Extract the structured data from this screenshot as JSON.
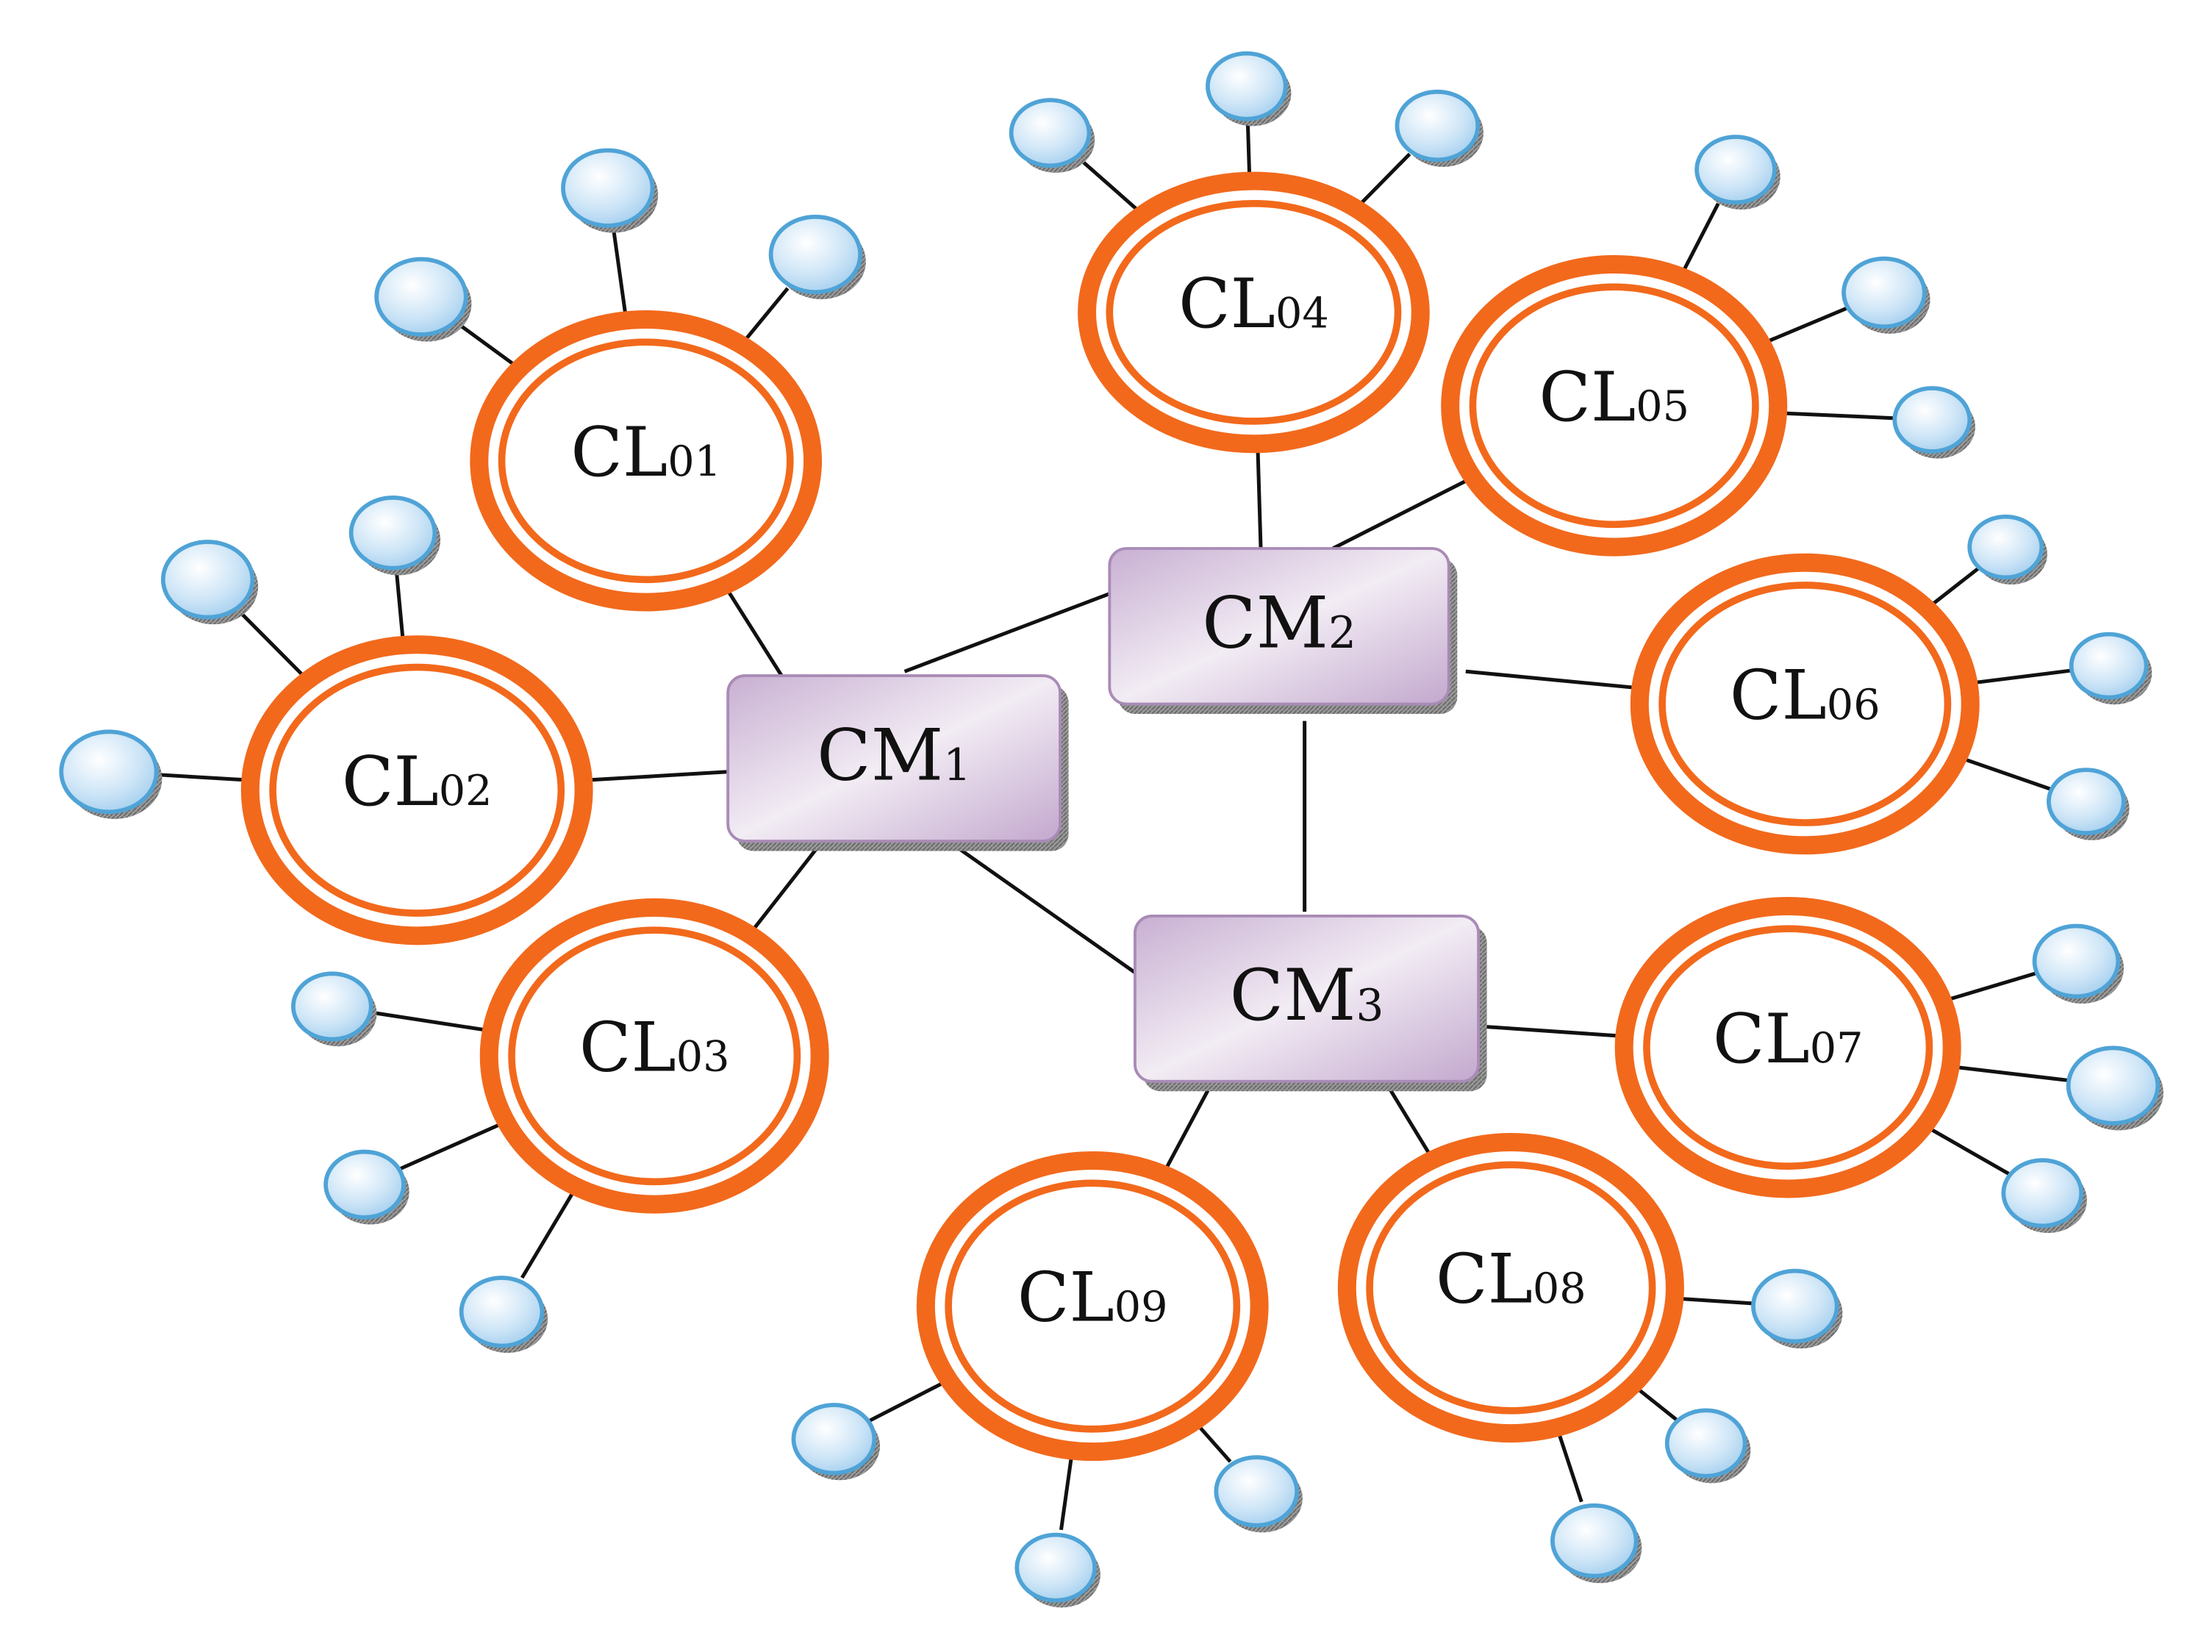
{
  "colors": {
    "cluster_ring": "#f2691c",
    "node_fill": "#cfe6f7",
    "node_stroke": "#4fa3d6",
    "manager_fill": "#e7dcec",
    "manager_stroke": "#a98bb6",
    "link": "#111111"
  },
  "managers": [
    {
      "id": "CM1",
      "base": "CM",
      "sub": "1"
    },
    {
      "id": "CM2",
      "base": "CM",
      "sub": "2"
    },
    {
      "id": "CM3",
      "base": "CM",
      "sub": "3"
    }
  ],
  "clusters": [
    {
      "id": "CL01",
      "base": "CL",
      "sub": "01",
      "manager": "CM1",
      "nodes": 3
    },
    {
      "id": "CL02",
      "base": "CL",
      "sub": "02",
      "manager": "CM1",
      "nodes": 3
    },
    {
      "id": "CL03",
      "base": "CL",
      "sub": "03",
      "manager": "CM1",
      "nodes": 3
    },
    {
      "id": "CL04",
      "base": "CL",
      "sub": "04",
      "manager": "CM2",
      "nodes": 3
    },
    {
      "id": "CL05",
      "base": "CL",
      "sub": "05",
      "manager": "CM2",
      "nodes": 3
    },
    {
      "id": "CL06",
      "base": "CL",
      "sub": "06",
      "manager": "CM2",
      "nodes": 3
    },
    {
      "id": "CL07",
      "base": "CL",
      "sub": "07",
      "manager": "CM3",
      "nodes": 3
    },
    {
      "id": "CL08",
      "base": "CL",
      "sub": "08",
      "manager": "CM3",
      "nodes": 3
    },
    {
      "id": "CL09",
      "base": "CL",
      "sub": "09",
      "manager": "CM3",
      "nodes": 3
    }
  ],
  "manager_links": [
    [
      "CM1",
      "CM2"
    ],
    [
      "CM1",
      "CM3"
    ],
    [
      "CM2",
      "CM3"
    ]
  ]
}
